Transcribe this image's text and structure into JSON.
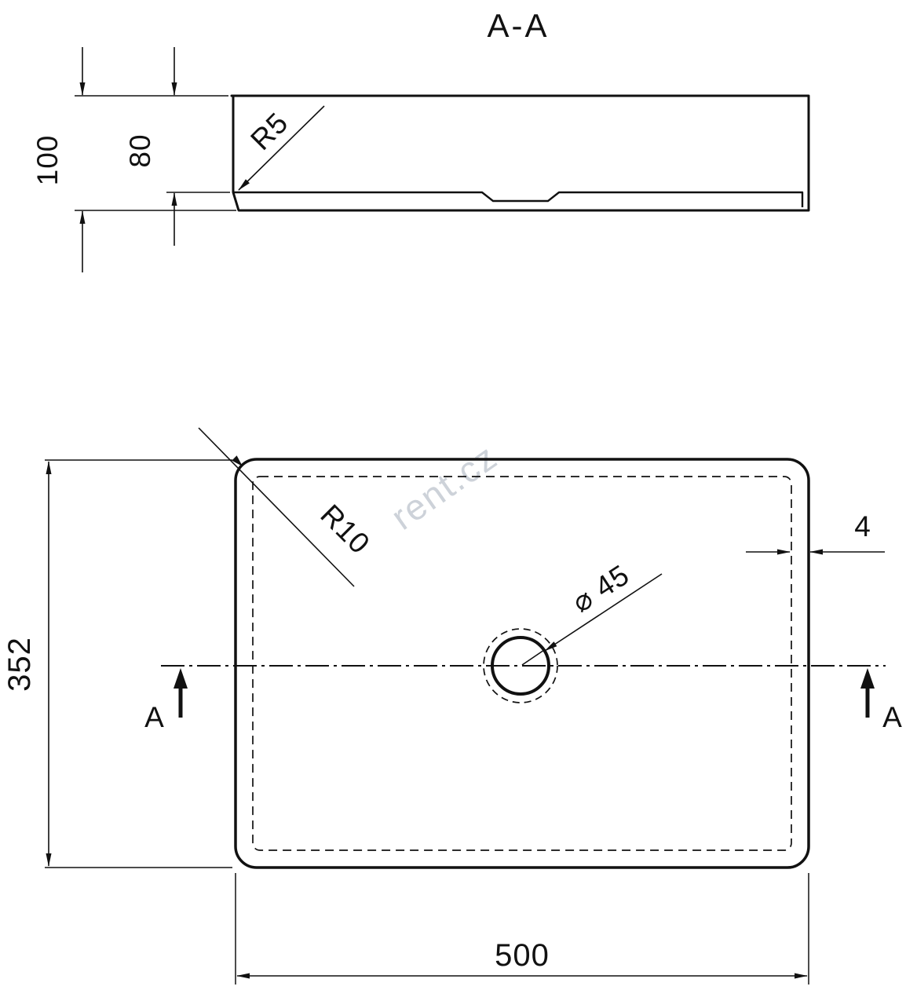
{
  "title": "A-A",
  "watermark": "rent.cz",
  "section": {
    "dim_total_height": "100",
    "dim_basin_depth": "80",
    "corner_radius": "R5"
  },
  "plan": {
    "corner_radius": "R10",
    "drain_diameter": "⌀ 45",
    "wall_thickness": "4",
    "overall_depth": "352",
    "overall_width": "500",
    "section_marker_left": "A",
    "section_marker_right": "A"
  },
  "colors": {
    "line": "#111111",
    "watermark": "#c8ced5"
  }
}
